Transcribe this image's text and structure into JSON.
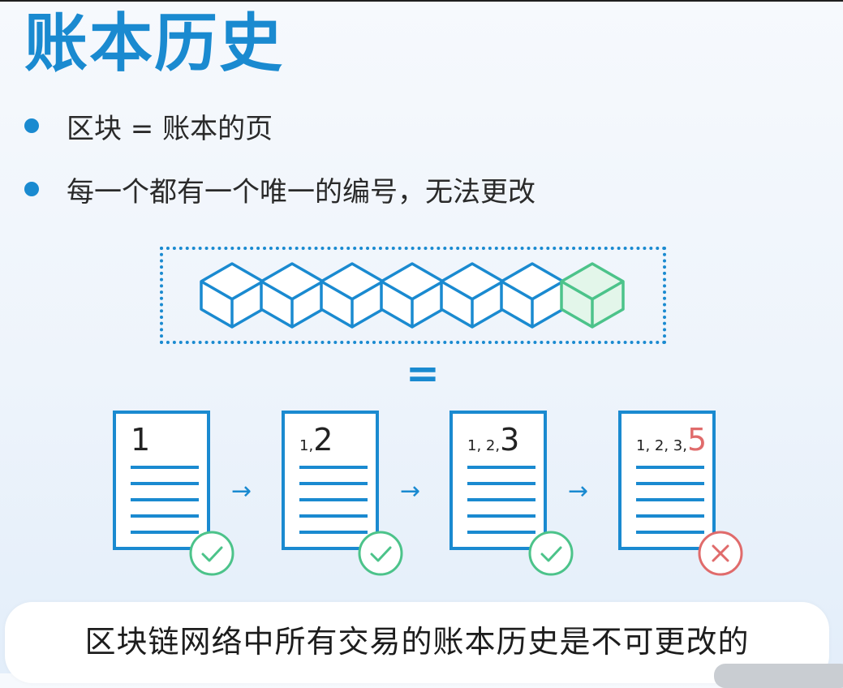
{
  "title": "账本历史",
  "bullets": [
    {
      "text": "区块 = 账本的页"
    },
    {
      "text": "每一个都有一个唯一的编号，无法更改"
    }
  ],
  "equals": "=",
  "arrow": "→",
  "pages": [
    {
      "prefix": "",
      "number": "1",
      "status": "valid"
    },
    {
      "prefix": "1,",
      "number": "2",
      "status": "valid"
    },
    {
      "prefix": "1, 2,",
      "number": "3",
      "status": "valid"
    },
    {
      "prefix": "1, 2, 3,",
      "number": "5",
      "status": "invalid"
    }
  ],
  "caption": "区块链网络中所有交易的账本历史是不可更改的",
  "colors": {
    "accent": "#1a8ad0",
    "highlight_cube": "#4cc38a",
    "valid": "#4cc38a",
    "invalid": "#e06b6b"
  },
  "icons": {
    "cube": "cube-icon",
    "valid": "check-circle-icon",
    "invalid": "x-circle-icon"
  }
}
